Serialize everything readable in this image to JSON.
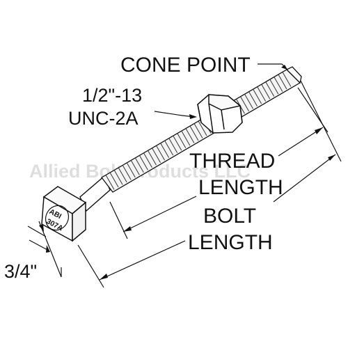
{
  "watermark": "Allied Bolt Products LLC",
  "head_stamp": [
    "ABI",
    "307A"
  ],
  "labels": {
    "cone_point": "CONE POINT",
    "thread_spec_line1": "1/2\"-13",
    "thread_spec_line2": "UNC-2A",
    "thread_length_line1": "THREAD",
    "thread_length_line2": "LENGTH",
    "bolt_length_line1": "BOLT",
    "bolt_length_line2": "LENGTH",
    "head_size": "3/4\""
  }
}
